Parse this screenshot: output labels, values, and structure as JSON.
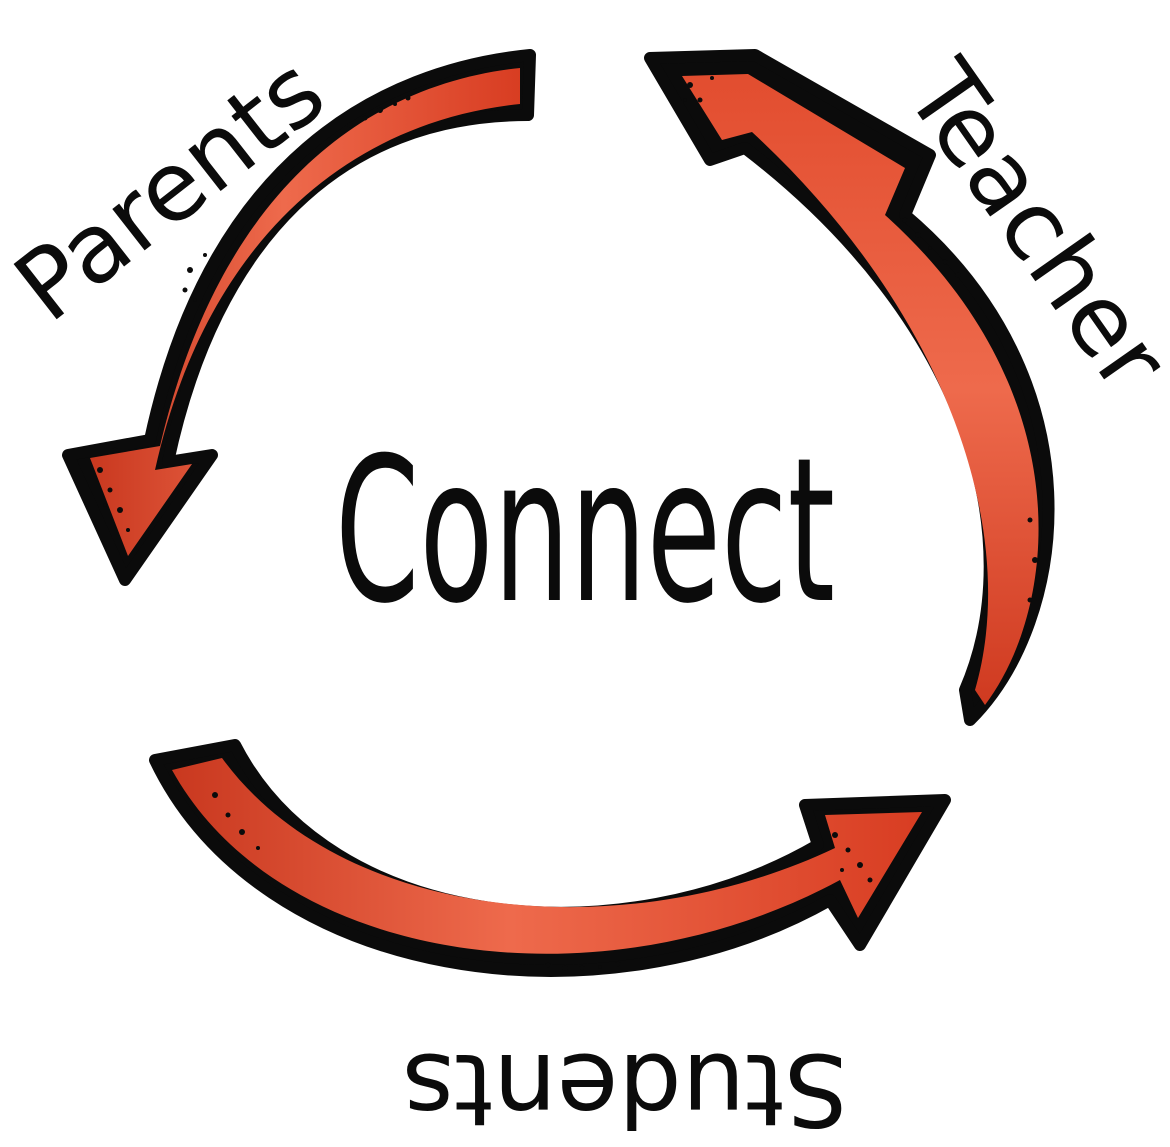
{
  "diagram": {
    "center_label": "Connect",
    "nodes": [
      {
        "id": "parents",
        "label": "Parents"
      },
      {
        "id": "teacher",
        "label": "Teacher"
      },
      {
        "id": "students",
        "label": "Students"
      }
    ],
    "edges": [
      {
        "from": "parents",
        "to": "students"
      },
      {
        "from": "students",
        "to": "teacher"
      },
      {
        "from": "teacher",
        "to": "parents"
      }
    ],
    "colors": {
      "arrow_fill": "#e2472b",
      "arrow_highlight": "#ee6a4c",
      "arrow_shade": "#b8311b",
      "outline": "#0b0b0b",
      "text": "#0b0b0b",
      "background": "#ffffff"
    }
  }
}
